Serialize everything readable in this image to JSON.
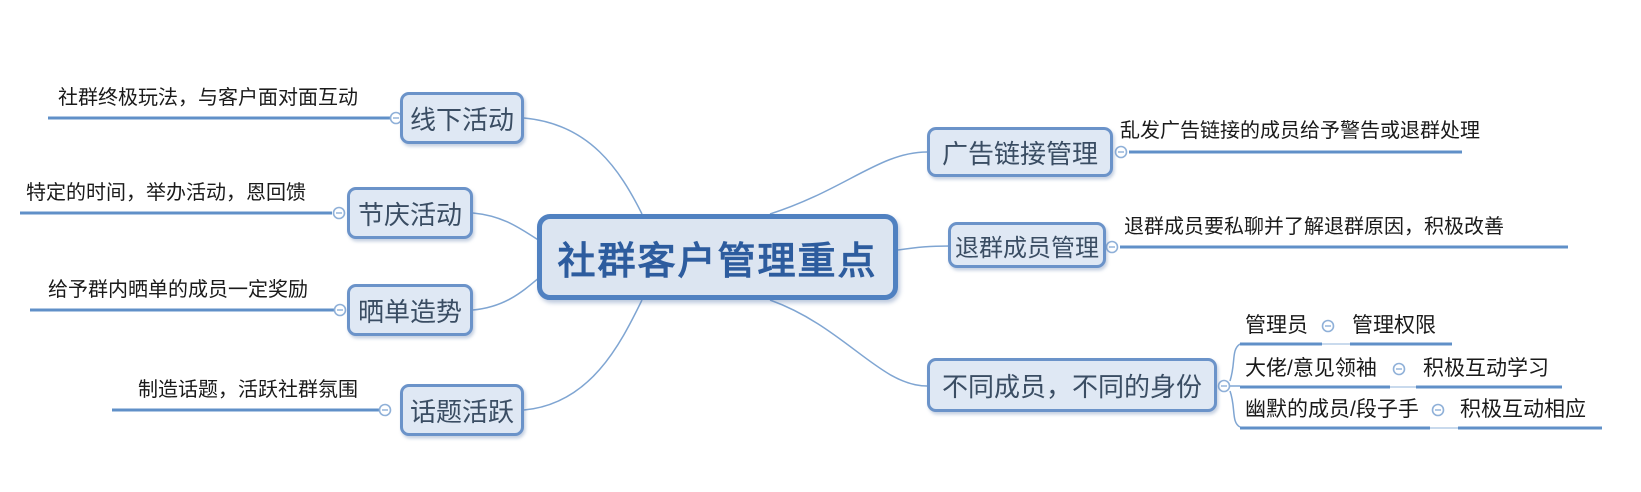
{
  "app": {
    "type": "mindmap",
    "background": "#ffffff"
  },
  "colors": {
    "node_fill": "#dfe8f4",
    "node_border": "#6b93c9",
    "node_text": "#3a4d63",
    "central_fill": "#dce5f1",
    "central_border": "#5081c1",
    "central_text": "#2d5c9e",
    "branch_line": "#7fa5d2",
    "underline": "#6090c8",
    "note_text": "#1a1a1a"
  },
  "icons": {
    "collapse_handle": "minus-circle-icon"
  },
  "center": {
    "label": "社群客户管理重点"
  },
  "left_branches": [
    {
      "label": "线下活动",
      "note": "社群终极玩法，与客户面对面互动"
    },
    {
      "label": "节庆活动",
      "note": "特定的时间，举办活动，恩回馈"
    },
    {
      "label": "晒单造势",
      "note": "给予群内晒单的成员一定奖励"
    },
    {
      "label": "话题活跃",
      "note": "制造话题，活跃社群氛围"
    }
  ],
  "right_branches": [
    {
      "label": "广告链接管理",
      "note": "乱发广告链接的成员给予警告或退群处理"
    },
    {
      "label": "退群成员管理",
      "note": "退群成员要私聊并了解退群原因，积极改善"
    },
    {
      "label": "不同成员，不同的身份",
      "children": [
        {
          "label": "管理员",
          "note": "管理权限"
        },
        {
          "label": "大佬/意见领袖",
          "note": "积极互动学习"
        },
        {
          "label": "幽默的成员/段子手",
          "note": "积极互动相应"
        }
      ]
    }
  ]
}
